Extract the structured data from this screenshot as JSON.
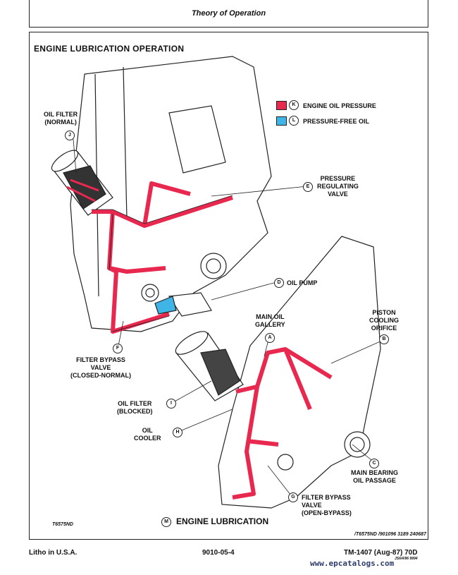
{
  "header": {
    "title": "Theory of Operation"
  },
  "figure": {
    "title": "ENGINE LUBRICATION OPERATION",
    "legend": [
      {
        "letter": "K",
        "label": "ENGINE OIL PRESSURE",
        "color": "#e8284e"
      },
      {
        "letter": "L",
        "label": "PRESSURE-FREE OIL",
        "color": "#3fb4e6"
      }
    ],
    "callouts": {
      "oil_filter_normal": "OIL FILTER\n(NORMAL)",
      "j": "J",
      "pressure_regulating_valve": "PRESSURE\nREGULATING\nVALVE",
      "e": "E",
      "oil_pump": "OIL PUMP",
      "d": "D",
      "piston_cooling_orifice": "PISTON\nCOOLING\nORIFICE",
      "b": "B",
      "main_oil_gallery": "MAIN OIL\nGALLERY",
      "a": "A",
      "filter_bypass_closed": "FILTER BYPASS\nVALVE\n(CLOSED-NORMAL)",
      "f": "F",
      "oil_filter_blocked": "OIL FILTER\n(BLOCKED)",
      "i": "I",
      "oil_cooler": "OIL\nCOOLER",
      "h": "H",
      "main_bearing_oil_passage": "MAIN BEARING\nOIL PASSAGE",
      "c": "C",
      "filter_bypass_open": "FILTER BYPASS\nVALVE\n(OPEN-BYPASS)",
      "g": "G"
    },
    "bottom_caption": {
      "letter": "M",
      "text": "ENGINE LUBRICATION"
    },
    "figure_id": "T6575ND",
    "ref_text": "/T6575ND /901096 3189 240687",
    "ref_text2": "JS6/4/96 9994"
  },
  "footer": {
    "left": "Litho in U.S.A.",
    "center": "9010-05-4",
    "right": "TM-1407 (Aug-87) 70D"
  },
  "watermark": "www.epcatalogs.com"
}
